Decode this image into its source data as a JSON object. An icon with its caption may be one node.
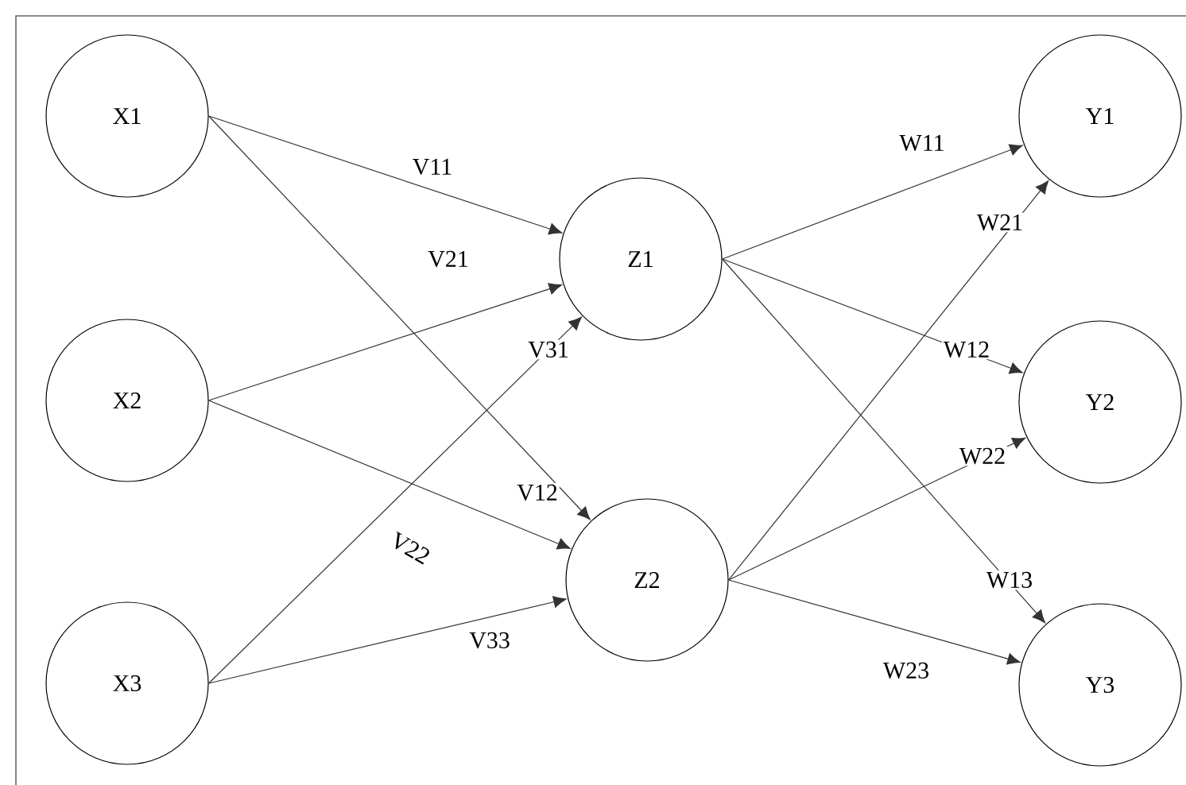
{
  "diagram": {
    "nodes": [
      {
        "text": [
          "X1"
        ]
      },
      {
        "text": [
          "X2"
        ]
      },
      {
        "text": [
          "X3"
        ]
      },
      {
        "text": [
          "Z1"
        ]
      },
      {
        "text": [
          "Z2"
        ]
      },
      {
        "text": [
          "Y1"
        ]
      },
      {
        "text": [
          "Y2"
        ]
      },
      {
        "text": [
          "Y3"
        ]
      }
    ],
    "edges": [
      {
        "from": 0,
        "to": 3,
        "arrow": "to",
        "label": "V11"
      },
      {
        "from": 1,
        "to": 3,
        "arrow": "to",
        "label": "V21"
      },
      {
        "from": 2,
        "to": 3,
        "arrow": "to",
        "label": "V31"
      },
      {
        "from": 0,
        "to": 4,
        "arrow": "to",
        "label": "V12"
      },
      {
        "from": 1,
        "to": 4,
        "arrow": "to",
        "label": "V22"
      },
      {
        "from": 2,
        "to": 4,
        "arrow": "to",
        "label": "V33"
      },
      {
        "from": 3,
        "to": 5,
        "arrow": "to",
        "label": "W11"
      },
      {
        "from": 4,
        "to": 5,
        "arrow": "to",
        "label": "W21"
      },
      {
        "from": 3,
        "to": 6,
        "arrow": "to",
        "label": "W12"
      },
      {
        "from": 4,
        "to": 6,
        "arrow": "to",
        "label": "W22"
      },
      {
        "from": 3,
        "to": 7,
        "arrow": "to",
        "label": "W13"
      },
      {
        "from": 4,
        "to": 7,
        "arrow": "to",
        "label": "W23"
      }
    ]
  }
}
